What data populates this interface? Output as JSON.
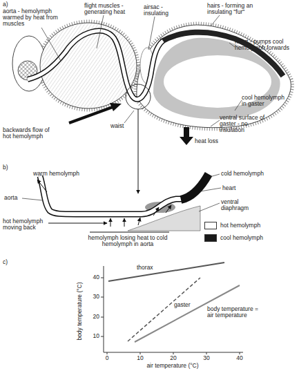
{
  "diagram": {
    "labels": [
      "a)",
      "aorta - hemolymph warmed by heat from muscles",
      "flight muscles - generating heat",
      "airsac - insulating",
      "hairs - forming an insulating \"fur\"",
      "heart - pumps cool hemolymph forwards",
      "backwards flow of hot hemolymph",
      "waist",
      "cool hemolymph in gaster",
      "ventral surface of gaster - no insulation",
      "heat loss",
      "b)",
      "warm hemolymph",
      "aorta",
      "hot hemolymph moving back",
      "cold hemolymph",
      "heart",
      "ventral diaphragm",
      "hemolymph losing heat to cold hemolymph in aorta",
      "c)",
      "thorax",
      "gaster",
      "body temperature = air temperature",
      "body temperature (°C)",
      "40",
      "30",
      "20",
      "10",
      "0",
      "10",
      "20",
      "30",
      "40",
      "air temperature (°C)"
    ],
    "legend": [
      {
        "text": "hot hemolymph",
        "color": "#ffffff"
      },
      {
        "text": "cool hemolymph",
        "color": "#1a1a1a"
      }
    ]
  }
}
